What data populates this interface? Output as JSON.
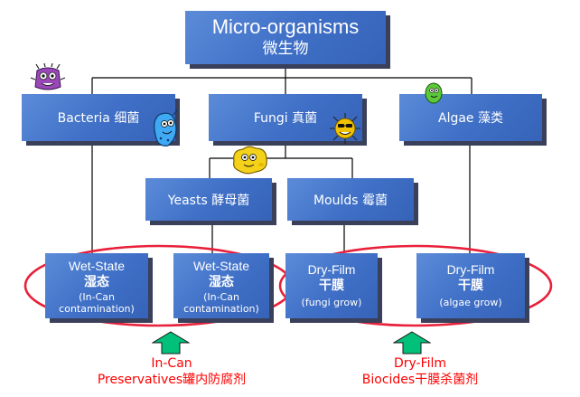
{
  "root": {
    "title": "Micro-organisms",
    "subtitle": "微生物"
  },
  "level1": {
    "bacteria": "Bacteria 细菌",
    "fungi": "Fungi 真菌",
    "algae": "Algae 藻类"
  },
  "level2": {
    "yeasts": "Yeasts 酵母菌",
    "moulds": "Moulds 霉菌"
  },
  "leaves": {
    "wet1": {
      "title": "Wet-State",
      "zh": "湿态",
      "note1": "(In-Can",
      "note2": "contamination)"
    },
    "wet2": {
      "title": "Wet-State",
      "zh": "湿态",
      "note1": "(In-Can",
      "note2": "contamination)"
    },
    "dry1": {
      "title": "Dry-Film",
      "zh": "干膜",
      "note": "(fungi grow)"
    },
    "dry2": {
      "title": "Dry-Film",
      "zh": "干膜",
      "note": "(algae grow)"
    }
  },
  "captions": {
    "left": {
      "line1": "In-Can",
      "line2": "Preservatives罐内防腐剂"
    },
    "right": {
      "line1": "Dry-Film",
      "line2": "Biocides干膜杀菌剂"
    }
  },
  "colors": {
    "box": "#4472c4",
    "shadow": "#3a3f5a",
    "highlight": "#ff0000",
    "arrow": "#00c07a"
  },
  "icons": [
    "bacteria-mascot-icon",
    "blue-microbe-icon",
    "yellow-fungus-icon",
    "yeast-cell-icon",
    "green-algae-icon",
    "up-arrow-icon"
  ]
}
